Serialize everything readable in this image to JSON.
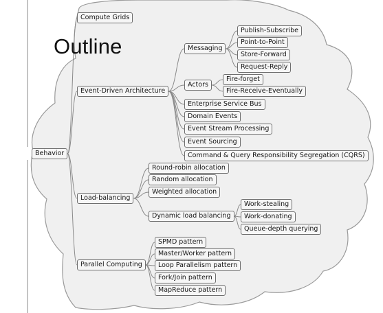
{
  "title": "Outline",
  "root": {
    "label": "Behavior"
  },
  "branches": [
    {
      "label": "Compute Grids",
      "children": []
    },
    {
      "label": "Event-Driven Architecture",
      "children": [
        {
          "label": "Messaging",
          "children": [
            {
              "label": "Publish-Subscribe"
            },
            {
              "label": "Point-to-Point"
            },
            {
              "label": "Store-Forward"
            },
            {
              "label": "Request-Reply"
            }
          ]
        },
        {
          "label": "Actors",
          "children": [
            {
              "label": "Fire-forget"
            },
            {
              "label": "Fire-Receive-Eventually"
            }
          ]
        },
        {
          "label": "Enterprise Service Bus"
        },
        {
          "label": "Domain Events"
        },
        {
          "label": "Event Stream Processing"
        },
        {
          "label": "Event Sourcing"
        },
        {
          "label": "Command & Query Responsibility Segregation (CQRS)"
        }
      ]
    },
    {
      "label": "Load-balancing",
      "children": [
        {
          "label": "Round-robin allocation"
        },
        {
          "label": "Random allocation"
        },
        {
          "label": "Weighted allocation"
        },
        {
          "label": "Dynamic load balancing",
          "children": [
            {
              "label": "Work-stealing"
            },
            {
              "label": "Work-donating"
            },
            {
              "label": "Queue-depth querying"
            }
          ]
        }
      ]
    },
    {
      "label": "Parallel Computing",
      "children": [
        {
          "label": "SPMD pattern"
        },
        {
          "label": "Master/Worker pattern"
        },
        {
          "label": "Loop Parallelism pattern"
        },
        {
          "label": "Fork/Join pattern"
        },
        {
          "label": "MapReduce pattern"
        }
      ]
    }
  ],
  "colors": {
    "cloud_fill": "#f0f0f0",
    "cloud_stroke": "#9a9a9a",
    "line": "#8a8a8a",
    "node_fill": "#f6f6f6",
    "node_border": "#6e6e6e"
  }
}
